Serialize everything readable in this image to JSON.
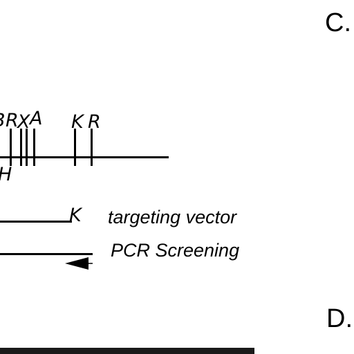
{
  "panel_labels": [
    "C.",
    "D."
  ],
  "sites_top": [
    "B",
    "R",
    "X",
    "A",
    "K",
    "R"
  ],
  "sites_bottom": [
    "H"
  ],
  "vector_site": "K",
  "captions": {
    "targeting_vector": "targeting vector",
    "pcr_screening": "PCR Screening"
  },
  "icons": {
    "primer": "arrow-left-icon"
  },
  "colors": {
    "ink": "#000000",
    "gel_band": "#1a1a1a"
  }
}
